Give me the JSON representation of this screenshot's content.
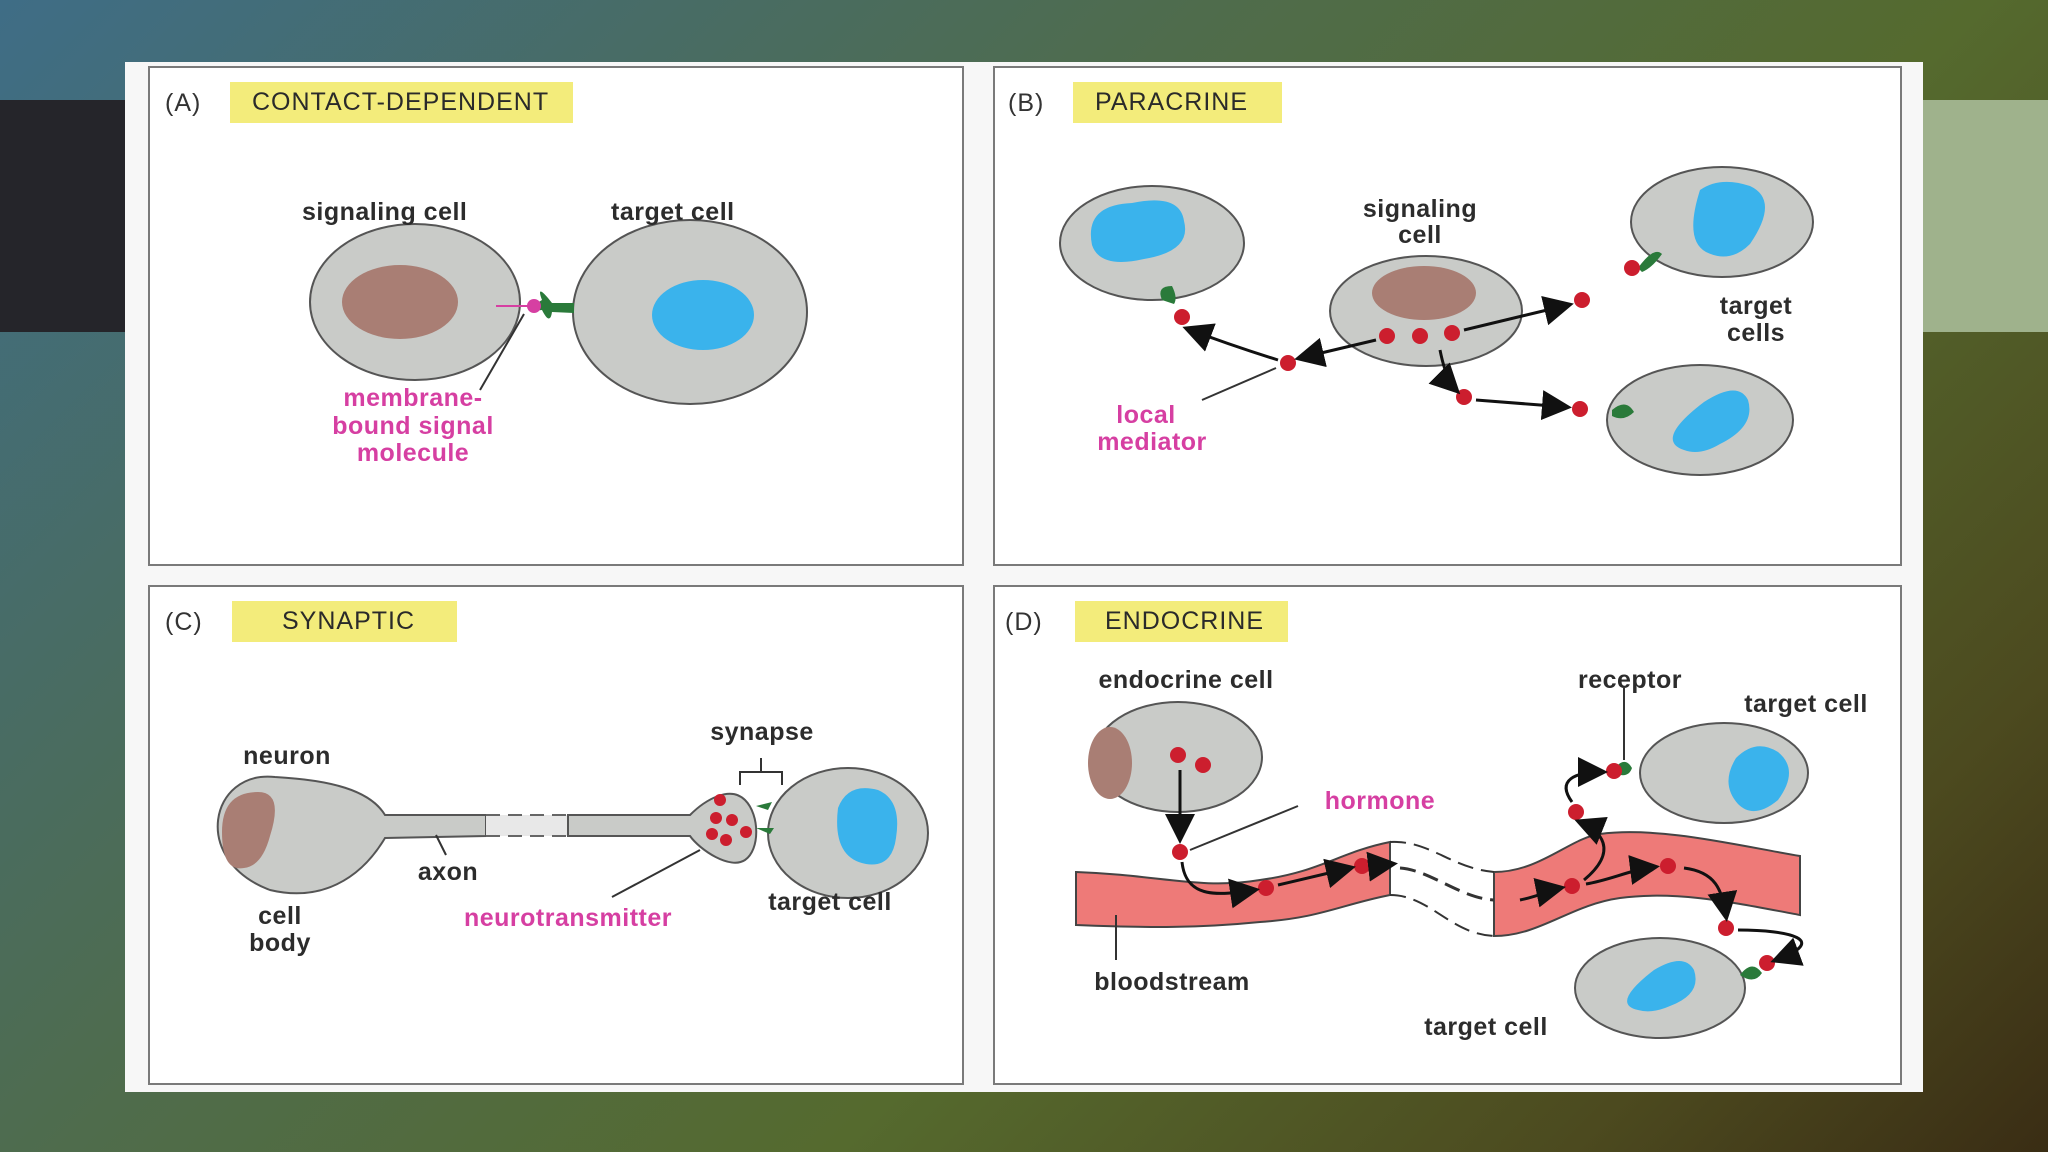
{
  "panels": {
    "a": {
      "tag": "(A)",
      "title": "CONTACT-DEPENDENT",
      "signaling_cell": "signaling cell",
      "target_cell": "target cell",
      "molecule": [
        "membrane-",
        "bound signal",
        "molecule"
      ]
    },
    "b": {
      "tag": "(B)",
      "title": "PARACRINE",
      "signaling_cell": [
        "signaling",
        "cell"
      ],
      "target_cells": [
        "target",
        "cells"
      ],
      "mediator": [
        "local",
        "mediator"
      ]
    },
    "c": {
      "tag": "(C)",
      "title": "SYNAPTIC",
      "neuron": "neuron",
      "axon": "axon",
      "cell_body": [
        "cell",
        "body"
      ],
      "synapse": "synapse",
      "neurotransmitter": "neurotransmitter",
      "target_cell": "target cell"
    },
    "d": {
      "tag": "(D)",
      "title": "ENDOCRINE",
      "endocrine_cell": "endocrine cell",
      "hormone": "hormone",
      "receptor": "receptor",
      "target_cell_top": "target cell",
      "bloodstream": "bloodstream",
      "target_cell_bottom": "target cell"
    }
  },
  "colors": {
    "cell": "#c9cbc8",
    "nucleus_brown": "#a97e74",
    "nucleus_blue": "#3ab3ec",
    "receptor": "#2a7a3a",
    "molecule": "#cc1e2e",
    "highlight": "#f3ec7b",
    "blood": "#ee7a78",
    "magenta": "#d63fa2"
  }
}
